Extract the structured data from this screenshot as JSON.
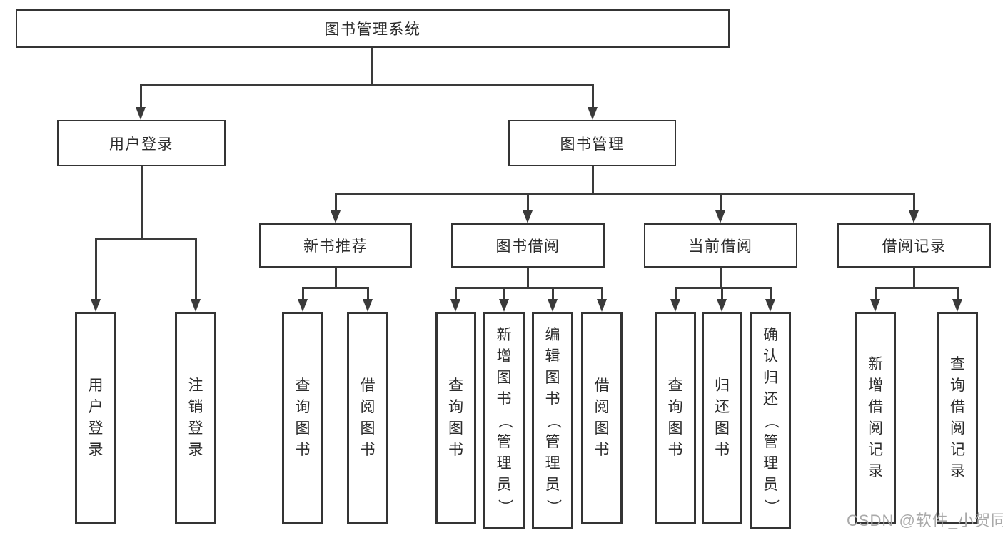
{
  "diagram": {
    "type": "tree",
    "root": {
      "label": "图书管理系统"
    },
    "level2": [
      {
        "label": "用户登录",
        "parent": "图书管理系统"
      },
      {
        "label": "图书管理",
        "parent": "图书管理系统"
      }
    ],
    "level3": [
      {
        "label": "新书推荐",
        "parent": "图书管理"
      },
      {
        "label": "图书借阅",
        "parent": "图书管理"
      },
      {
        "label": "当前借阅",
        "parent": "图书管理"
      },
      {
        "label": "借阅记录",
        "parent": "图书管理"
      }
    ],
    "leaves": [
      {
        "label": "用户登录",
        "parent": "用户登录"
      },
      {
        "label": "注销登录",
        "parent": "用户登录"
      },
      {
        "label": "查询图书",
        "parent": "新书推荐"
      },
      {
        "label": "借阅图书",
        "parent": "新书推荐"
      },
      {
        "label": "查询图书",
        "parent": "图书借阅"
      },
      {
        "label": "新增图书（管理员）",
        "parent": "图书借阅"
      },
      {
        "label": "编辑图书（管理员）",
        "parent": "图书借阅"
      },
      {
        "label": "借阅图书",
        "parent": "图书借阅"
      },
      {
        "label": "查询图书",
        "parent": "当前借阅"
      },
      {
        "label": "归还图书",
        "parent": "当前借阅"
      },
      {
        "label": "确认归还（管理员）",
        "parent": "当前借阅"
      },
      {
        "label": "新增借阅记录",
        "parent": "借阅记录"
      },
      {
        "label": "查询借阅记录",
        "parent": "借阅记录"
      }
    ]
  },
  "watermark": {
    "text": "CSDN @软件_小贺同学"
  },
  "colors": {
    "line": "#3a3a3a",
    "box_border": "#343434",
    "text": "#2b2b2b",
    "background": "#ffffff",
    "watermark": "#a9a9a9"
  }
}
